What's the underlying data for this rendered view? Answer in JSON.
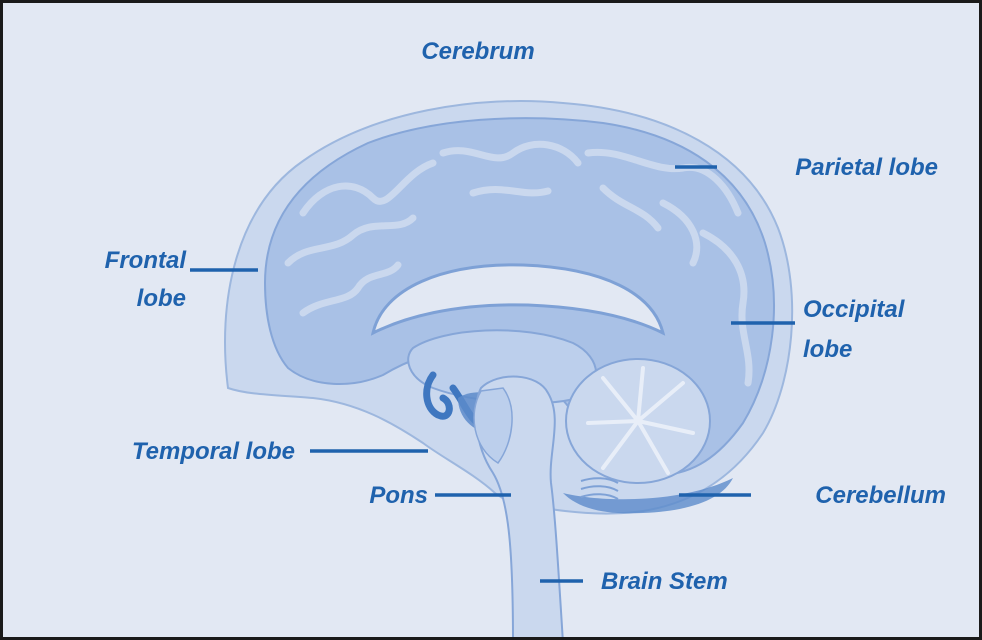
{
  "diagram": {
    "title": "Cerebrum",
    "labels": {
      "parietal_lobe": "Parietal lobe",
      "frontal_lobe_line1": "Frontal",
      "frontal_lobe_line2": "lobe",
      "occipital_lobe_line1": "Occipital",
      "occipital_lobe_line2": "lobe",
      "temporal_lobe": "Temporal lobe",
      "pons": "Pons",
      "cerebellum": "Cerebellum",
      "brain_stem": "Brain Stem"
    }
  },
  "colors": {
    "background": "#e2e8f3",
    "label_text": "#1f62ad",
    "border": "#1a1a1a",
    "brain_light": "#cad8ee",
    "brain_mid": "#a9c1e6",
    "brain_dark": "#7ea1d6",
    "brain_deep": "#3f77c0"
  }
}
